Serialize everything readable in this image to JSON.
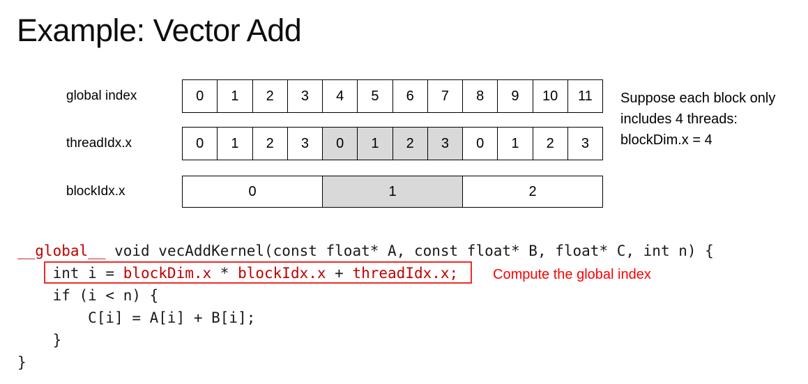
{
  "slide": {
    "title": "Example: Vector Add"
  },
  "diagram": {
    "rows": [
      {
        "label": "global index",
        "cells": [
          "0",
          "1",
          "2",
          "3",
          "4",
          "5",
          "6",
          "7",
          "8",
          "9",
          "10",
          "11"
        ],
        "shaded": []
      },
      {
        "label": "threadIdx.x",
        "cells": [
          "0",
          "1",
          "2",
          "3",
          "0",
          "1",
          "2",
          "3",
          "0",
          "1",
          "2",
          "3"
        ],
        "shaded": [
          4,
          5,
          6,
          7
        ]
      },
      {
        "label": "blockIdx.x",
        "cells": [
          "0",
          "1",
          "2"
        ],
        "shaded": [
          1
        ]
      }
    ],
    "note_lines": [
      "Suppose each block only",
      "includes 4 threads:",
      "blockDim.x = 4"
    ]
  },
  "code": {
    "lines": [
      [
        {
          "t": "__global__",
          "c": "k"
        },
        {
          "t": " void vecAddKernel(const float* A, const float* B, float* C, int n) {"
        }
      ],
      [
        {
          "t": "    int i = "
        },
        {
          "t": "blockDim.x",
          "c": "k"
        },
        {
          "t": " * "
        },
        {
          "t": "blockIdx.x",
          "c": "k"
        },
        {
          "t": " + "
        },
        {
          "t": "threadIdx.x;",
          "c": "k"
        }
      ],
      [
        {
          "t": "    if (i < n) {"
        }
      ],
      [
        {
          "t": "        C[i] = A[i] + B[i];"
        }
      ],
      [
        {
          "t": "    }"
        }
      ],
      [
        {
          "t": "}"
        }
      ]
    ],
    "annotation": "Compute the global index"
  },
  "colors": {
    "keyword_red": "#c00000",
    "highlight_box_red": "#ee2b26",
    "annotation_red": "#fb0000",
    "cell_shade_gray": "#d9d9d9"
  }
}
